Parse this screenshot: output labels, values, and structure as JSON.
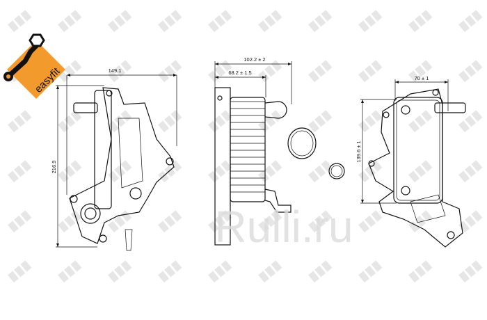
{
  "badge": {
    "text": "easyfit",
    "color": "#f39a2d"
  },
  "watermark": {
    "text": "Rulli.ru",
    "brand_tile": "NRF"
  },
  "views": {
    "front": {
      "width_label": "149.1",
      "height_label": "216.9"
    },
    "side": {
      "overall_label": "102.2 ± 2",
      "inner_label": "68.2 ± 1.5"
    },
    "rear": {
      "width_label": "70 ± 1",
      "height_label": "139.6 ± 1"
    }
  },
  "colors": {
    "line": "#111111",
    "watermark": "#e6e6e6"
  }
}
